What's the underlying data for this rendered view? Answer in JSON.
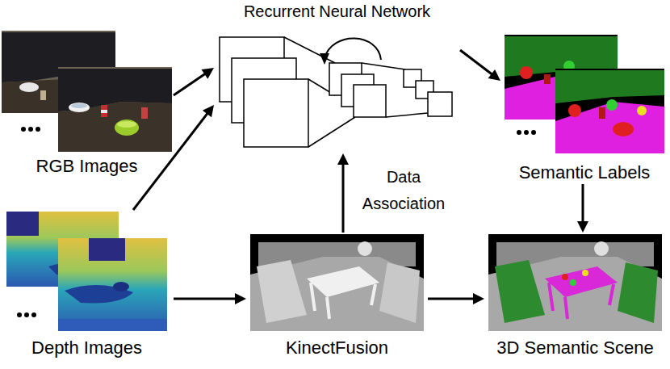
{
  "diagram": {
    "nodes": [
      {
        "text": [
          "RGB Images"
        ]
      },
      {
        "text": [
          "Recurrent Neural Network"
        ]
      },
      {
        "text": [
          "Semantic Labels"
        ]
      },
      {
        "text": [
          "Depth Images"
        ]
      },
      {
        "text": [
          "KinectFusion"
        ]
      },
      {
        "text": [
          "3D Semantic Scene"
        ]
      }
    ],
    "edges": [
      {
        "from": 0,
        "to": 1,
        "arrow": "to"
      },
      {
        "from": 3,
        "to": 1,
        "arrow": "to"
      },
      {
        "from": 1,
        "to": 2,
        "arrow": "to"
      },
      {
        "from": 3,
        "to": 4,
        "arrow": "to"
      },
      {
        "from": 4,
        "to": 1,
        "label": "Data Association",
        "arrow": "to"
      },
      {
        "from": 4,
        "to": 5,
        "arrow": "to"
      },
      {
        "from": 2,
        "to": 5,
        "arrow": "to"
      }
    ]
  }
}
